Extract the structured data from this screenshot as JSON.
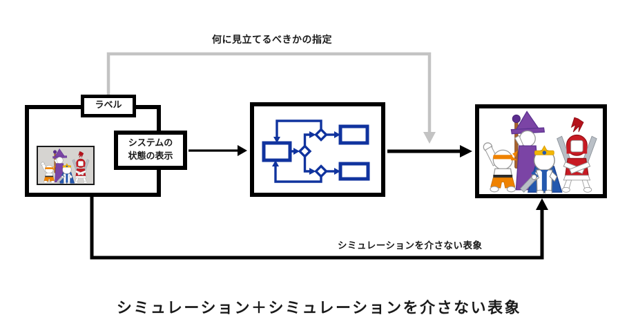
{
  "diagram": {
    "top_annotation": "何に見立てるべきかの指定",
    "bottom_annotation": "シミュレーションを介さない表象",
    "caption": "シミュレーション＋シミュレーションを介さない表象",
    "label_tag": "ラベル",
    "state_display": {
      "line1": "システムの",
      "line2": "状態の表示"
    },
    "colors": {
      "flowchart_blue": "#10339e",
      "connector_gray": "#c3c3c3",
      "line_black": "#000000",
      "thumbnail_bg": "#d6d4d1"
    },
    "illustrations": {
      "right_box": "rpg-party-characters (monk, wizard, caped hero, red warrior)",
      "left_thumbnail": "rpg-party-characters small thumbnail on gray background"
    }
  }
}
